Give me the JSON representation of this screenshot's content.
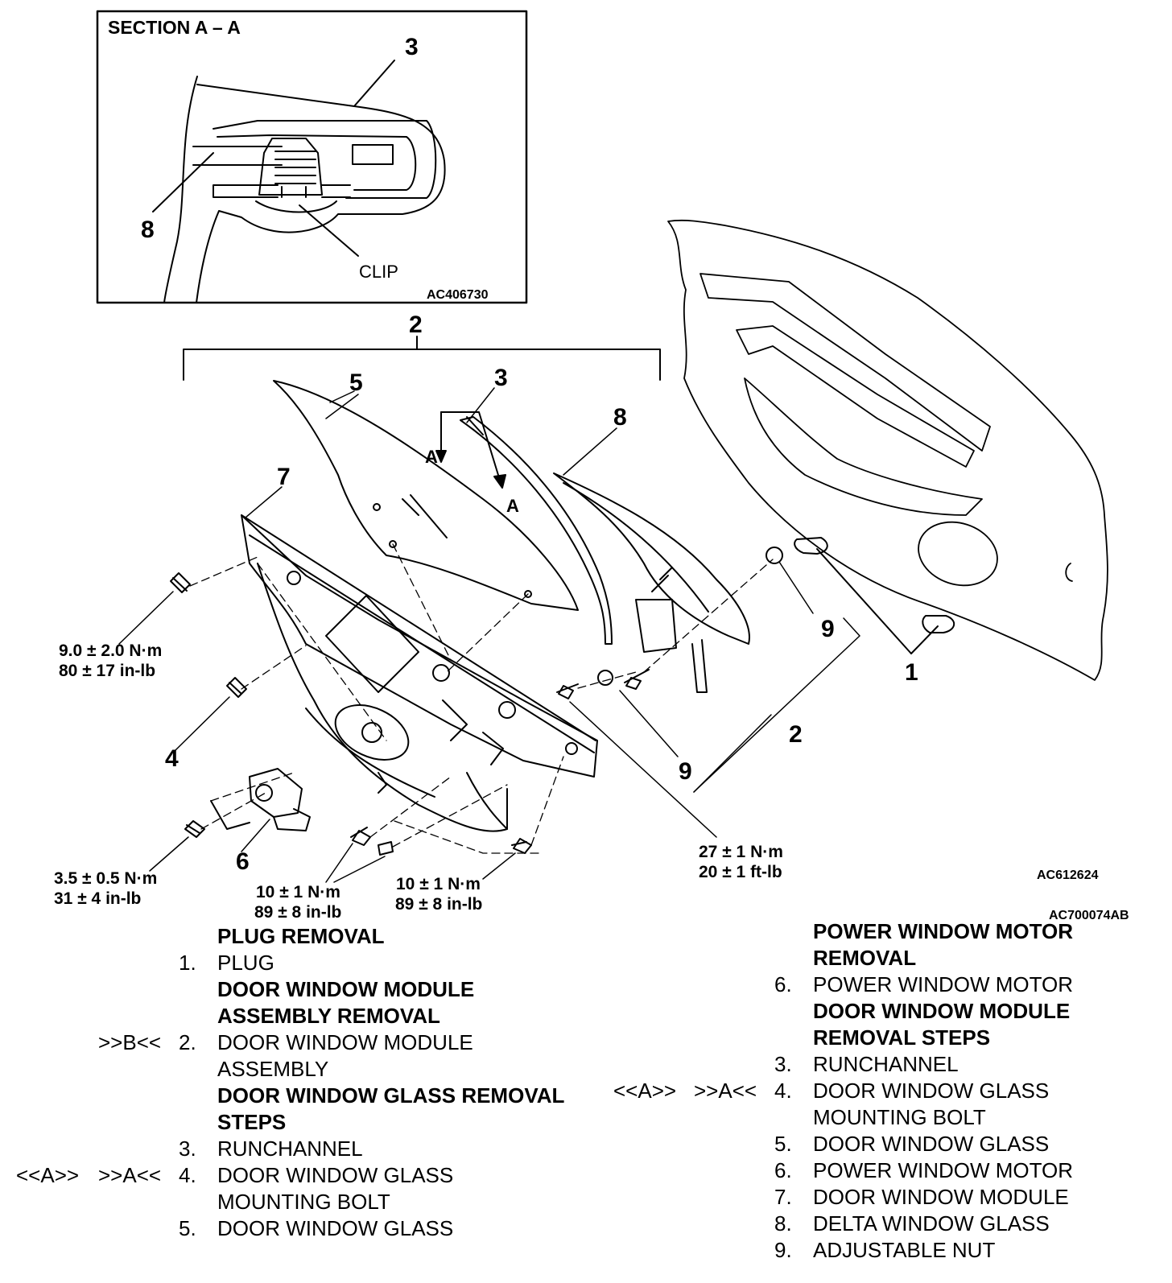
{
  "diagram": {
    "section_title": "SECTION A – A",
    "section_code": "AC406730",
    "main_code": "AC612624",
    "figure_code": "AC700074AB",
    "clip_label": "CLIP",
    "callouts": {
      "c1": "1",
      "c2_top": "2",
      "c2_right": "2",
      "c3_inset": "3",
      "c3_main": "3",
      "c4": "4",
      "c5": "5",
      "c6": "6",
      "c7": "7",
      "c8_inset": "8",
      "c8_main": "8",
      "c9_upper": "9",
      "c9_lower": "9",
      "sec_a1": "A",
      "sec_a2": "A"
    },
    "torques": {
      "t1_nm": "9.0 ± 2.0 N·m",
      "t1_in": "80 ± 17 in-lb",
      "t2_nm": "3.5 ± 0.5 N·m",
      "t2_in": "31 ± 4 in-lb",
      "t3_nm": "10 ± 1 N·m",
      "t3_in": "89 ± 8 in-lb",
      "t4_nm": "10 ± 1 N·m",
      "t4_in": "89 ± 8 in-lb",
      "t5_nm": "27 ± 1 N·m",
      "t5_in": "20 ± 1 ft-lb"
    }
  },
  "legend_left": [
    {
      "kind": "heading",
      "text": "PLUG REMOVAL"
    },
    {
      "kind": "item",
      "num": "1.",
      "text": "PLUG"
    },
    {
      "kind": "heading",
      "text": "DOOR WINDOW MODULE"
    },
    {
      "kind": "heading",
      "text": "ASSEMBLY REMOVAL"
    },
    {
      "kind": "item",
      "note1": ">>B<<",
      "num": "2.",
      "text": "DOOR WINDOW MODULE"
    },
    {
      "kind": "item",
      "text": "ASSEMBLY"
    },
    {
      "kind": "heading",
      "text": "DOOR WINDOW GLASS REMOVAL"
    },
    {
      "kind": "heading",
      "text": "STEPS"
    },
    {
      "kind": "item",
      "num": "3.",
      "text": "RUNCHANNEL"
    },
    {
      "kind": "item",
      "note0": "<<A>>",
      "note1": ">>A<<",
      "num": "4.",
      "text": "DOOR WINDOW GLASS"
    },
    {
      "kind": "item",
      "text": "MOUNTING BOLT"
    },
    {
      "kind": "item",
      "num": "5.",
      "text": "DOOR WINDOW GLASS"
    }
  ],
  "legend_right": [
    {
      "kind": "heading",
      "text": "POWER WINDOW MOTOR"
    },
    {
      "kind": "heading",
      "text": "REMOVAL"
    },
    {
      "kind": "item",
      "num": "6.",
      "text": "POWER WINDOW MOTOR"
    },
    {
      "kind": "heading",
      "text": "DOOR WINDOW MODULE"
    },
    {
      "kind": "heading",
      "text": "REMOVAL STEPS"
    },
    {
      "kind": "item",
      "num": "3.",
      "text": "RUNCHANNEL"
    },
    {
      "kind": "item",
      "note0": "<<A>>",
      "note1": ">>A<<",
      "num": "4.",
      "text": "DOOR WINDOW GLASS"
    },
    {
      "kind": "item",
      "text": "MOUNTING BOLT"
    },
    {
      "kind": "item",
      "num": "5.",
      "text": "DOOR WINDOW GLASS"
    },
    {
      "kind": "item",
      "num": "6.",
      "text": "POWER WINDOW MOTOR"
    },
    {
      "kind": "item",
      "num": "7.",
      "text": "DOOR WINDOW MODULE"
    },
    {
      "kind": "item",
      "num": "8.",
      "text": "DELTA WINDOW GLASS"
    },
    {
      "kind": "item",
      "num": "9.",
      "text": "ADJUSTABLE NUT"
    }
  ]
}
